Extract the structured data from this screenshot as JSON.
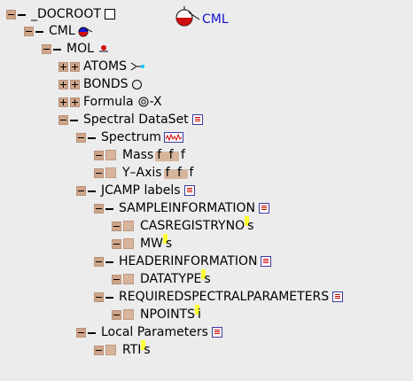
{
  "logo": {
    "label": "CML"
  },
  "tree": {
    "docroot": "_DOCROOT",
    "cml": "CML",
    "mol": "MOL",
    "atoms": "ATOMS",
    "bonds": "BONDS",
    "formula": "Formula",
    "formula_suffix": "-X",
    "spectral_dataset": "Spectral DataSet",
    "spectrum": "Spectrum",
    "mass": "Mass",
    "mass_fmt": "f f f",
    "yaxis": "Y–Axis",
    "yaxis_fmt": "f f f",
    "jcamp_labels": "JCAMP labels",
    "sampleinformation": "SAMPLEINFORMATION",
    "casregistryno": "CASREGISTRYNO",
    "mw": "MW",
    "headerinformation": "HEADERINFORMATION",
    "datatype": "DATATYPE",
    "requiredspectralparameters": "REQUIREDSPECTRALPARAMETERS",
    "npoints": "NPOINTS",
    "local_parameters": "Local Parameters",
    "rti": "RTI",
    "type_s": "s",
    "type_i": "i"
  }
}
